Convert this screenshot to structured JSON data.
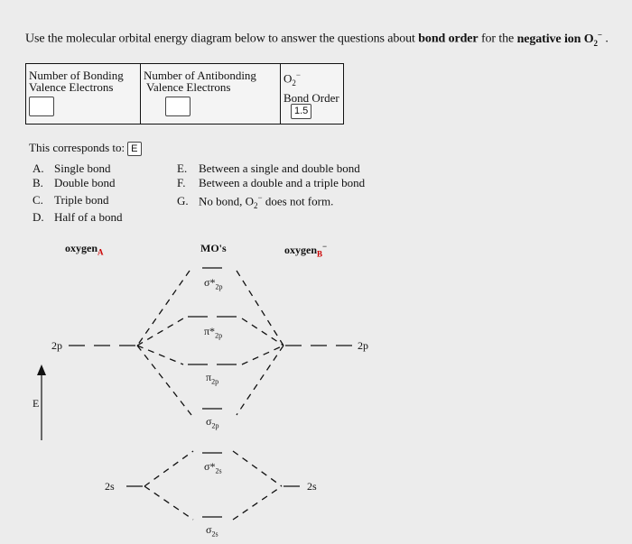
{
  "question": {
    "prefix": "Use the molecular orbital energy diagram below to answer the questions about ",
    "bold": "bond order",
    "mid": " for the ",
    "bold2": "negative ion O",
    "bold2_sub": "2",
    "bold2_sup": "−",
    "end": " ."
  },
  "table": {
    "bonding_header_1": "Number of Bonding",
    "bonding_header_2": "Valence Electrons",
    "antibonding_header_1": "Number of Antibonding",
    "antibonding_header_2": "Valence Electrons",
    "ion_label": "O",
    "ion_sub": "2",
    "ion_sup": "−",
    "bond_order_label": "Bond Order",
    "bond_order_value": "1.5"
  },
  "corresponds": {
    "label": "This corresponds to:",
    "answer": "E"
  },
  "options": [
    {
      "key": "A.",
      "text": "Single bond"
    },
    {
      "key": "B.",
      "text": "Double bond"
    },
    {
      "key": "C.",
      "text": "Triple bond"
    },
    {
      "key": "D.",
      "text": "Half of a bond"
    },
    {
      "key": "E.",
      "text": "Between a single and double bond"
    },
    {
      "key": "F.",
      "text": "Between a double and a triple bond"
    },
    {
      "key": "G.",
      "text": "No bond, O"
    },
    {
      "key": "G2",
      "text": "does not form."
    }
  ],
  "diagram": {
    "oxygen_a": "oxygen",
    "oxygen_a_sub": "A",
    "mos": "MO's",
    "oxygen_b": "oxygen",
    "oxygen_b_sub": "B",
    "oxygen_b_sup": "−",
    "left_2p": "2p",
    "right_2p": "2p",
    "left_2s": "2s",
    "right_2s": "2s",
    "energy_label": "E",
    "sigma_star_2p": "σ*",
    "sigma_star_2p_sub": "2p",
    "pi_star_2p": "π*",
    "pi_star_2p_sub": "2p",
    "pi_2p": "π",
    "pi_2p_sub": "2p",
    "sigma_2p": "σ",
    "sigma_2p_sub": "2p",
    "sigma_star_2s": "σ*",
    "sigma_star_2s_sub": "2s",
    "sigma_2s": "σ",
    "sigma_2s_sub": "2s",
    "colors": {
      "accent": "#cc0000"
    }
  }
}
